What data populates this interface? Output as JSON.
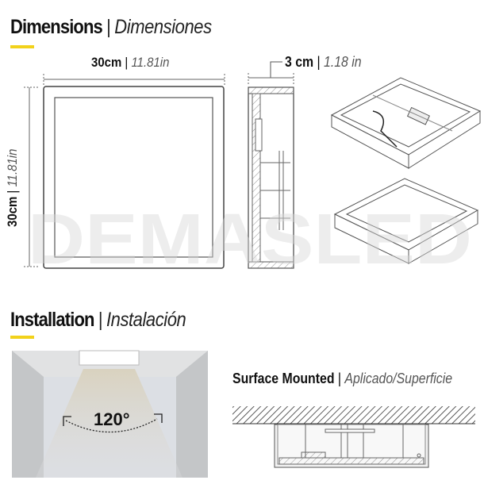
{
  "watermark": "DEMASLED",
  "dimensions": {
    "title": "Dimensions",
    "title_es": "Dimensiones",
    "width_cm": "30cm",
    "width_in": "11.81in",
    "height_cm": "30cm",
    "height_in": "11.81in",
    "depth_cm": "3 cm",
    "depth_in": "1.18 in"
  },
  "installation": {
    "title": "Installation",
    "title_es": "Instalación",
    "beam_angle": "120°",
    "mount_label": "Surface Mounted",
    "mount_label_es": "Aplicado/Superficie"
  },
  "colors": {
    "accent": "#f2d21b",
    "line": "#555555",
    "wall": "#c9cbcd",
    "ceiling": "#e1e2e3"
  }
}
